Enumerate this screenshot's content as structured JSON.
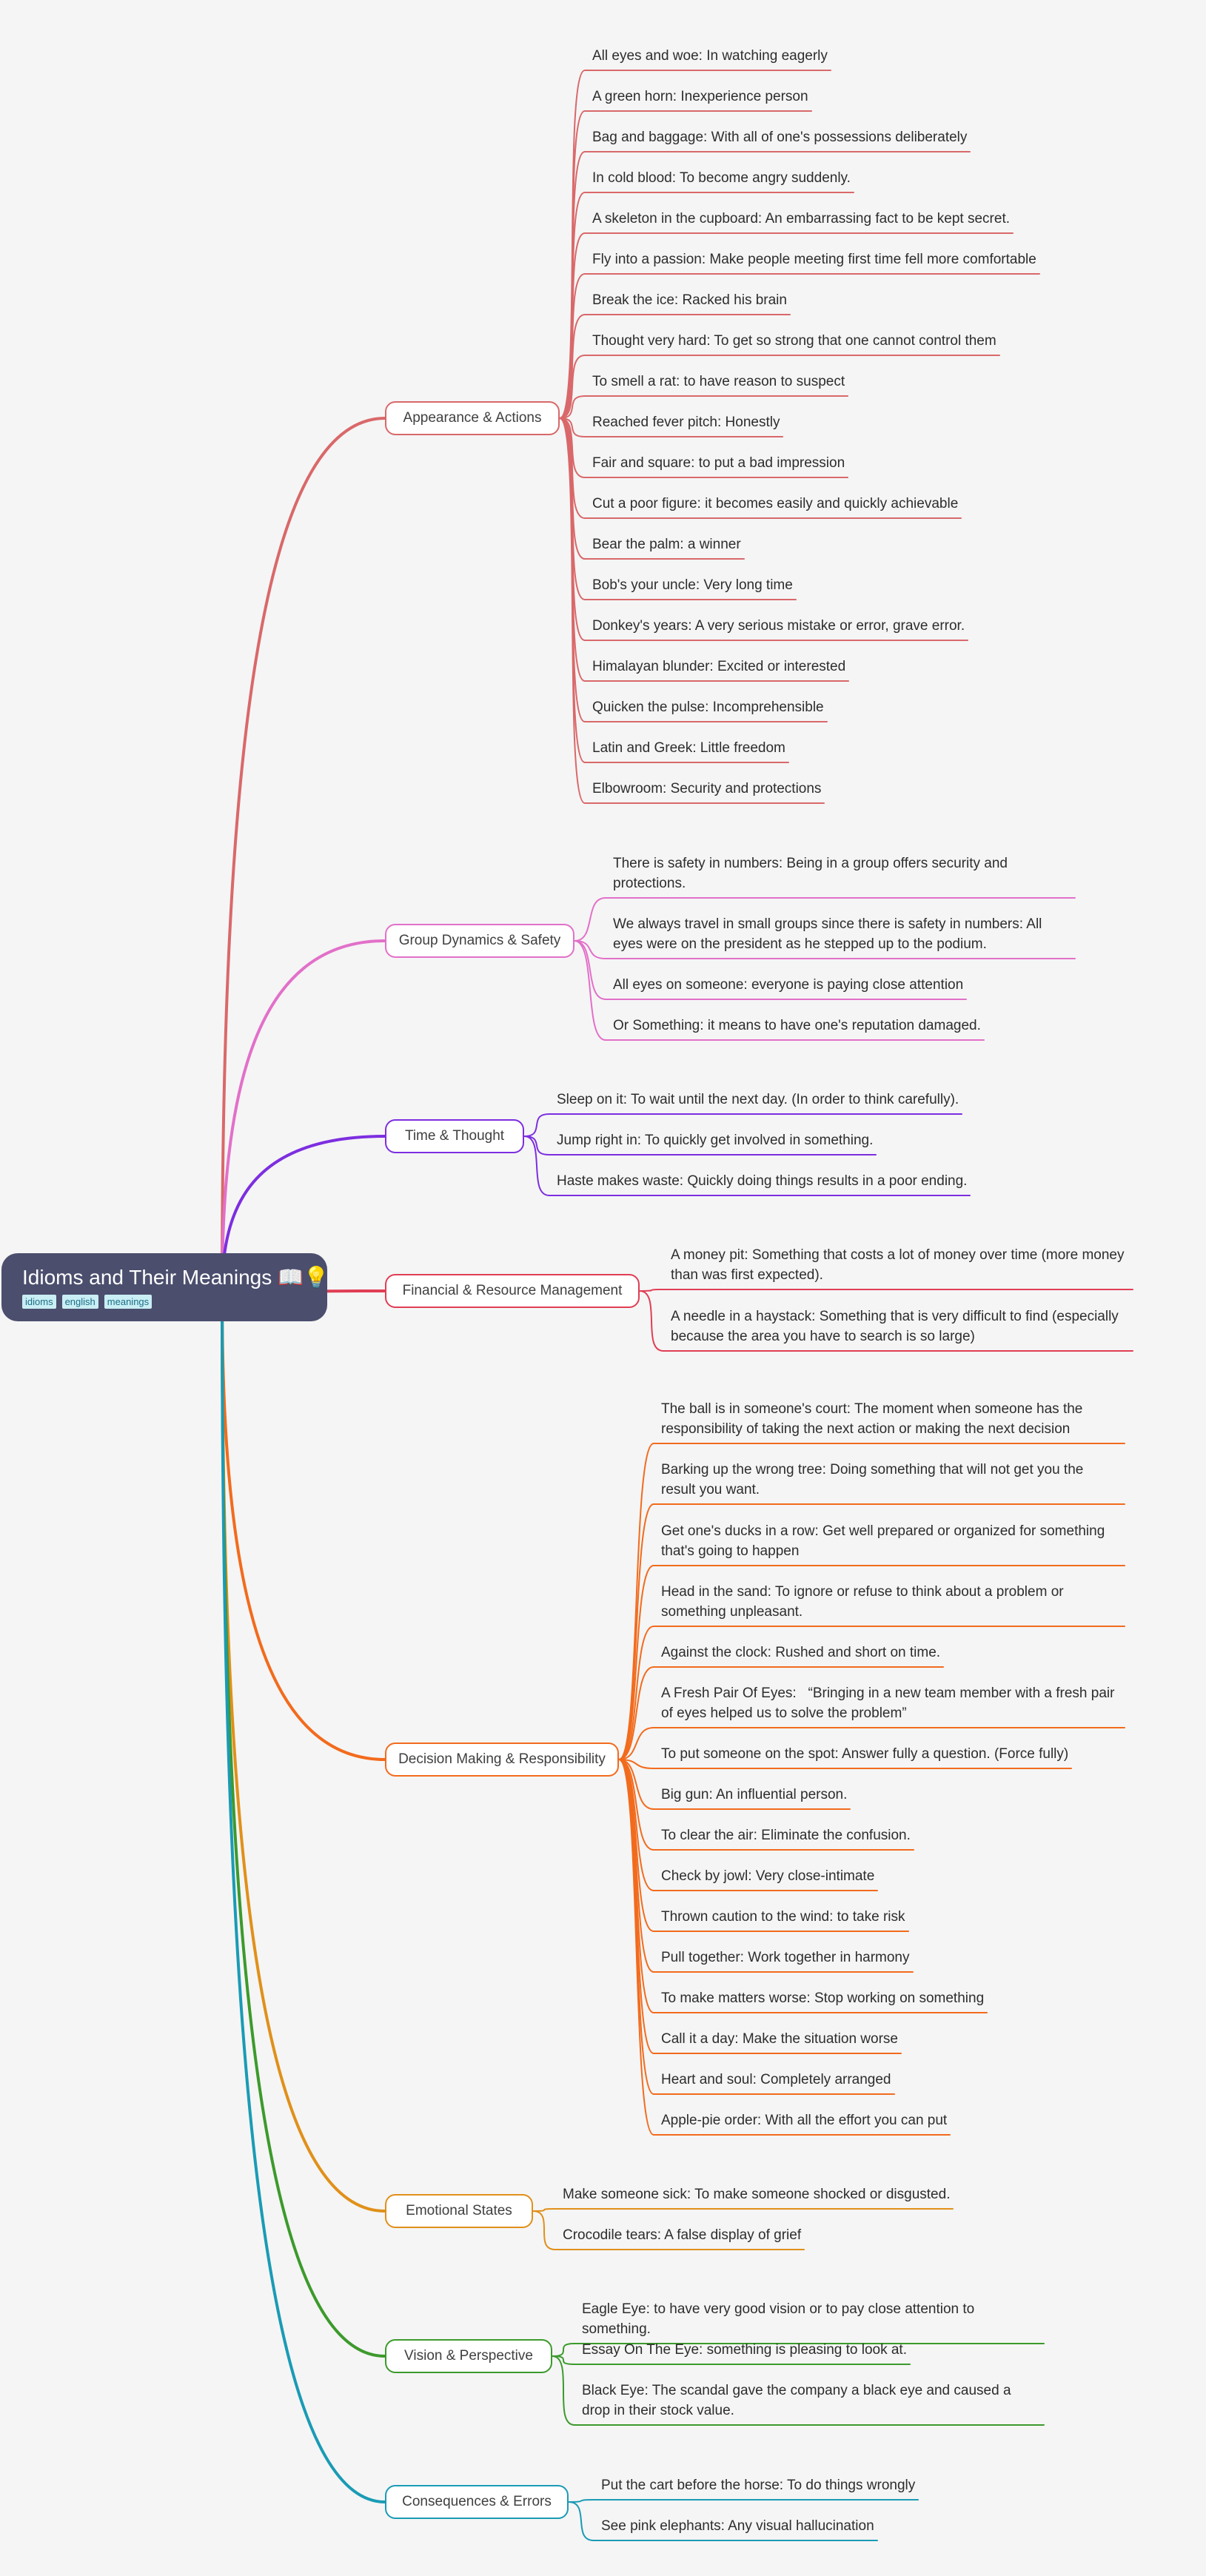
{
  "root": {
    "title": "Idioms and Their Meanings 📖💡",
    "tags": [
      "idioms",
      "english",
      "meanings"
    ]
  },
  "branches": [
    {
      "label": "Appearance & Actions",
      "color": "#d9686a",
      "items": [
        "All eyes and woe: In watching eagerly",
        "A green horn: Inexperience person",
        "Bag and baggage: With all of one's possessions deliberately",
        "In cold blood: To become angry suddenly.",
        "A skeleton in the cupboard: An embarrassing fact to be kept secret.",
        "Fly into a passion: Make people meeting first time fell more comfortable",
        "Break the ice: Racked his brain",
        "Thought very hard: To get so strong that one cannot control them",
        "To smell a rat: to have reason to suspect",
        "Reached fever pitch: Honestly",
        "Fair and square: to put a bad impression",
        "Cut a poor figure: it becomes easily and quickly achievable",
        "Bear the palm: a winner",
        "Bob's your uncle: Very long time",
        "Donkey's years: A very serious mistake or error, grave error.",
        "Himalayan blunder: Excited or interested",
        "Quicken the pulse: Incomprehensible",
        "Latin and Greek: Little freedom",
        "Elbowroom: Security and protections"
      ]
    },
    {
      "label": "Group Dynamics & Safety",
      "color": "#e270c9",
      "items": [
        "There is safety in numbers: Being in a group offers security and protections.",
        "We always travel in small groups since there is safety in numbers: All eyes were on the president as he stepped up to the podium.",
        "All eyes on someone: everyone is paying close attention",
        "Or Something: it means to have one's reputation damaged."
      ]
    },
    {
      "label": "Time & Thought",
      "color": "#7d2ee0",
      "items": [
        "Sleep on it: To wait until the next day. (In order to think carefully).",
        "Jump right in: To quickly get involved in something.",
        "Haste makes waste: Quickly doing things results in a poor ending."
      ]
    },
    {
      "label": "Financial & Resource Management",
      "color": "#e03e55",
      "items": [
        "A money pit: Something that costs a lot of money over time (more money than was first expected).",
        "A needle in a haystack: Something that is very difficult to find (especially because the area you have to search is so large)"
      ]
    },
    {
      "label": "Decision Making & Responsibility",
      "color": "#f26b1d",
      "items": [
        "The ball is in someone's court: The moment when someone has the responsibility of taking the next action or making the next decision",
        "Barking up the wrong tree: Doing something that will not get you the result you want.",
        "Get one's ducks in a row: Get well prepared or organized for something that's going to happen",
        "Head in the sand: To ignore or refuse to think about a problem or something unpleasant.",
        "Against the clock: Rushed and short on time.",
        "A Fresh Pair Of Eyes:   “Bringing in a new team member with a fresh pair of eyes helped us to solve the problem”",
        "To put someone on the spot: Answer fully a question. (Force fully)",
        "Big gun: An influential person.",
        "To clear the air: Eliminate the confusion.",
        "Check by jowl: Very close-intimate",
        "Thrown caution to the wind: to take risk",
        "Pull together: Work together in harmony",
        "To make matters worse: Stop working on something",
        "Call it a day: Make the situation worse",
        "Heart and soul: Completely arranged",
        "Apple-pie order: With all the effort you can put"
      ]
    },
    {
      "label": "Emotional States",
      "color": "#e0901a",
      "items": [
        "Make someone sick: To make someone shocked or disgusted.",
        "Crocodile tears: A false display of grief"
      ]
    },
    {
      "label": "Vision & Perspective",
      "color": "#3c9a2c",
      "items": [
        "Eagle Eye: to have very good vision or to pay close attention to something.",
        "Essay On The Eye: something is pleasing to look at.",
        "Black Eye: The scandal gave the company a black eye and caused a drop in their stock value."
      ]
    },
    {
      "label": "Consequences & Errors",
      "color": "#1a9bb5",
      "items": [
        "Put the cart before the horse: To do things wrongly",
        "See pink elephants: Any visual hallucination"
      ]
    }
  ]
}
